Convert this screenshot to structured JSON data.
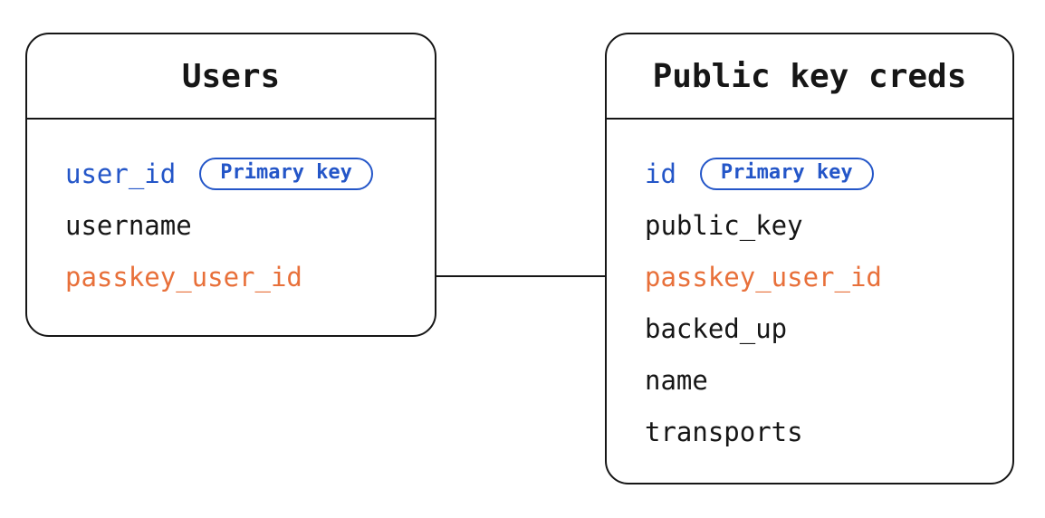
{
  "diagram": {
    "type": "entity-relationship",
    "relationship": {
      "from": "Users.passkey_user_id",
      "to": "Public key creds.passkey_user_id"
    }
  },
  "tables": [
    {
      "title": "Users",
      "fields": [
        {
          "name": "user_id",
          "color": "blue",
          "badge": "Primary key"
        },
        {
          "name": "username",
          "color": "default"
        },
        {
          "name": "passkey_user_id",
          "color": "orange"
        }
      ]
    },
    {
      "title": "Public key creds",
      "fields": [
        {
          "name": "id",
          "color": "blue",
          "badge": "Primary key"
        },
        {
          "name": "public_key",
          "color": "default"
        },
        {
          "name": "passkey_user_id",
          "color": "orange"
        },
        {
          "name": "backed_up",
          "color": "default"
        },
        {
          "name": "name",
          "color": "default"
        },
        {
          "name": "transports",
          "color": "default"
        }
      ]
    }
  ],
  "colors": {
    "primary_blue": "#2456c8",
    "accent_orange": "#e8703a",
    "line_black": "#161616",
    "background": "#ffffff"
  }
}
